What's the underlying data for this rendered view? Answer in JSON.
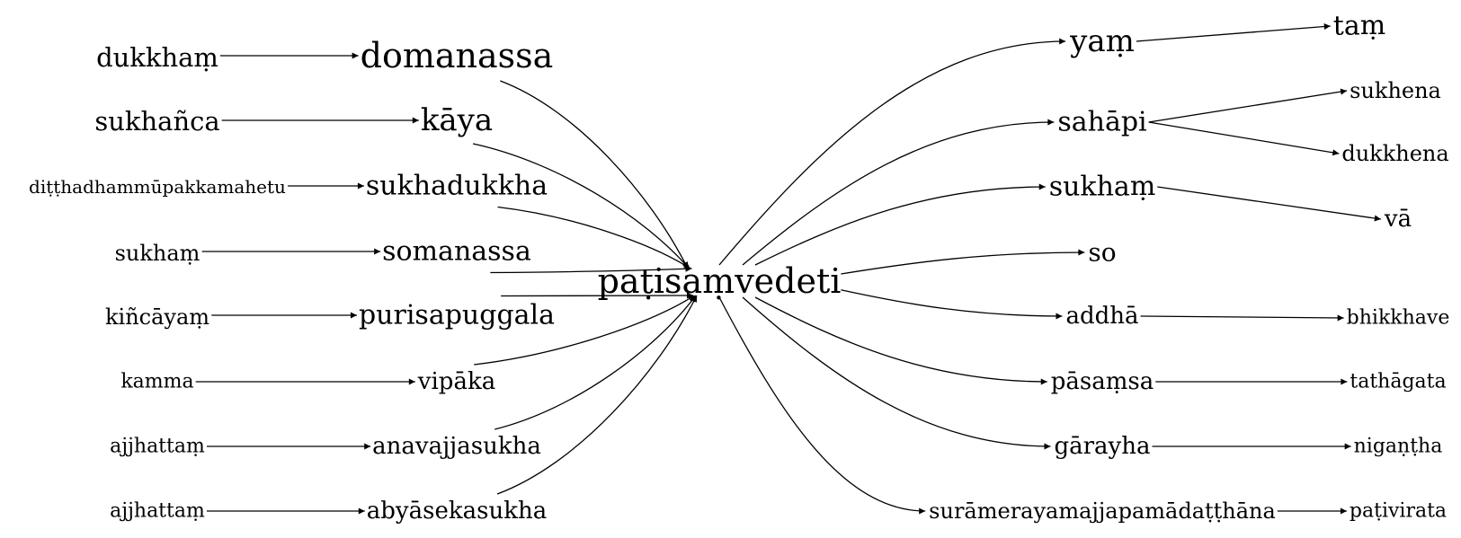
{
  "center": "paṭisaṃvedeti",
  "left": [
    {
      "source": "dukkhaṃ",
      "target": "domanassa"
    },
    {
      "source": "sukhañca",
      "target": "kāya"
    },
    {
      "source": "diṭṭhadhammūpakkamahetu",
      "target": "sukhadukkha"
    },
    {
      "source": "sukhaṃ",
      "target": "somanassa"
    },
    {
      "source": "kiñcāyaṃ",
      "target": "purisapuggala"
    },
    {
      "source": "kamma",
      "target": "vipāka"
    },
    {
      "source": "ajjhattaṃ",
      "target": "anavajjasukha"
    },
    {
      "source": "ajjhattaṃ",
      "target": "abyāsekasukha"
    }
  ],
  "right": [
    {
      "word": "yaṃ",
      "targets": [
        "taṃ"
      ]
    },
    {
      "word": "sahāpi",
      "targets": [
        "sukhena",
        "dukkhena"
      ]
    },
    {
      "word": "sukhaṃ",
      "targets": [
        "vā"
      ]
    },
    {
      "word": "so",
      "targets": []
    },
    {
      "word": "addhā",
      "targets": [
        "bhikkhave"
      ]
    },
    {
      "word": "pāsaṃsa",
      "targets": [
        "tathāgata"
      ]
    },
    {
      "word": "gārayha",
      "targets": [
        "nigaṇṭha"
      ]
    },
    {
      "word": "surāmerayamajjapamādaṭṭhāna",
      "targets": [
        "paṭivirata"
      ]
    }
  ]
}
